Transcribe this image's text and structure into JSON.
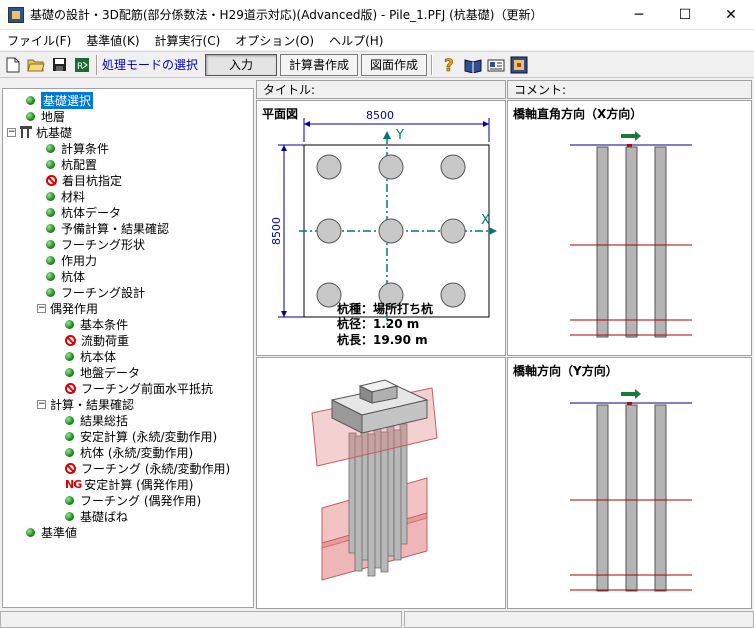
{
  "window": {
    "title": "基礎の設計・3D配筋(部分係数法・H29道示対応)(Advanced版) - Pile_1.PFJ (杭基礎)（更新）",
    "minimize": "─",
    "maximize": "☐",
    "close": "✕"
  },
  "menu": [
    "ファイル(F)",
    "基準値(K)",
    "計算実行(C)",
    "オプション(O)",
    "ヘルプ(H)"
  ],
  "toolbar": {
    "mode_label": "処理モードの選択",
    "input_button": "入力",
    "report_button": "計算書作成",
    "drawing_button": "図面作成",
    "icons": [
      "new-file-icon",
      "open-folder-icon",
      "save-icon",
      "export-icon",
      "help-icon",
      "book-icon",
      "card-icon",
      "app-icon"
    ]
  },
  "headers": {
    "title_label": "タイトル:",
    "comment_label": "コメント:"
  },
  "tree": [
    {
      "label": "基礎選択",
      "icon": "dot",
      "level": 1,
      "selected": true
    },
    {
      "label": "地層",
      "icon": "dot",
      "level": 1
    },
    {
      "label": "杭基礎",
      "icon": "pile",
      "level": 0,
      "expander": "−"
    },
    {
      "label": "計算条件",
      "icon": "dot",
      "level": 2
    },
    {
      "label": "杭配置",
      "icon": "dot",
      "level": 2
    },
    {
      "label": "着目杭指定",
      "icon": "no",
      "level": 2
    },
    {
      "label": "材料",
      "icon": "dot",
      "level": 2
    },
    {
      "label": "杭体データ",
      "icon": "dot",
      "level": 2
    },
    {
      "label": "予備計算・結果確認",
      "icon": "dot",
      "level": 2
    },
    {
      "label": "フーチング形状",
      "icon": "dot",
      "level": 2
    },
    {
      "label": "作用力",
      "icon": "dot",
      "level": 2
    },
    {
      "label": "杭体",
      "icon": "dot",
      "level": 2
    },
    {
      "label": "フーチング設計",
      "icon": "dot",
      "level": 2
    },
    {
      "label": "偶発作用",
      "icon": "none",
      "level": 2,
      "expander": "−"
    },
    {
      "label": "基本条件",
      "icon": "dot",
      "level": 3
    },
    {
      "label": "流動荷重",
      "icon": "no",
      "level": 3
    },
    {
      "label": "杭本体",
      "icon": "dot",
      "level": 3
    },
    {
      "label": "地盤データ",
      "icon": "dot",
      "level": 3
    },
    {
      "label": "フーチング前面水平抵抗",
      "icon": "no",
      "level": 3
    },
    {
      "label": "計算・結果確認",
      "icon": "none",
      "level": 2,
      "expander": "−"
    },
    {
      "label": "結果総括",
      "icon": "dot",
      "level": 3
    },
    {
      "label": "安定計算 (永続/変動作用)",
      "icon": "dot",
      "level": 3
    },
    {
      "label": "杭体 (永続/変動作用)",
      "icon": "dot",
      "level": 3
    },
    {
      "label": "フーチング (永続/変動作用)",
      "icon": "no",
      "level": 3
    },
    {
      "label": "安定計算 (偶発作用)",
      "icon": "ng",
      "level": 3
    },
    {
      "label": "フーチング (偶発作用)",
      "icon": "dot",
      "level": 3
    },
    {
      "label": "基礎ばね",
      "icon": "dot",
      "level": 3
    },
    {
      "label": "基準値",
      "icon": "dot",
      "level": 1
    }
  ],
  "plan": {
    "title": "平面図",
    "width_dim": "8500",
    "height_dim": "8500",
    "axis_x": "X",
    "axis_y": "Y",
    "pile_type": "杭種：場所打ち杭",
    "pile_diameter": "杭径：1.20 m",
    "pile_length": "杭長：19.90 m",
    "pile_grid": [
      3,
      3
    ]
  },
  "x_view": {
    "title": "橋軸直角方向（X方向）",
    "pile_count": 3
  },
  "y_view": {
    "title": "橋軸方向（Y方向）",
    "pile_count": 3
  },
  "colors": {
    "accent": "#0078d7",
    "dim": "#0000a0",
    "axis": "#007878",
    "layer": "#c00000",
    "ok": "#1a8a1a",
    "ng": "#d00000"
  }
}
